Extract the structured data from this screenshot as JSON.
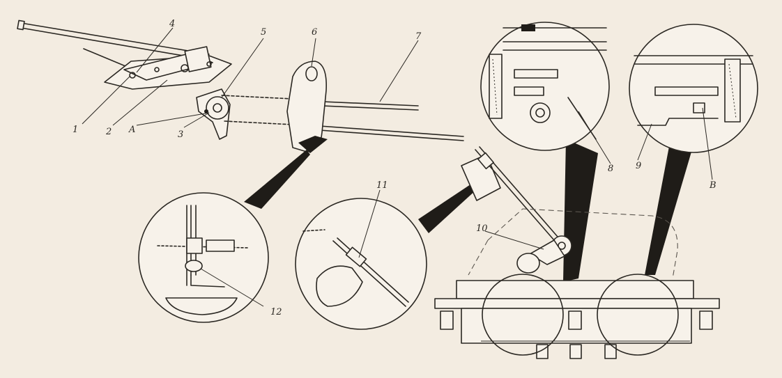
{
  "labels": {
    "l1": "1",
    "l2": "2",
    "lA": "A",
    "l3": "3",
    "l4": "4",
    "l5": "5",
    "l6": "6",
    "l7": "7",
    "l8": "8",
    "l9": "9",
    "lB": "В",
    "l10": "10",
    "l11": "11",
    "l12": "12"
  },
  "colors": {
    "paper": "#f3ece1",
    "ink": "#2a2722"
  }
}
